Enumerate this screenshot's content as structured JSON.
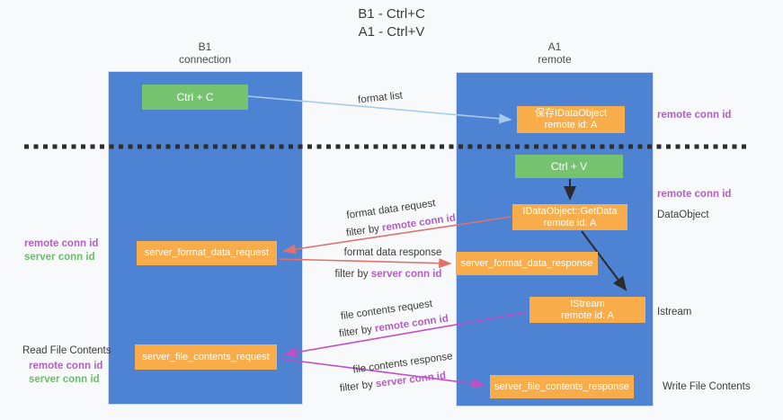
{
  "title": {
    "line1": "B1 - Ctrl+C",
    "line2": "A1 - Ctrl+V"
  },
  "lanes": {
    "left": {
      "name": "B1",
      "role": "connection"
    },
    "right": {
      "name": "A1",
      "role": "remote"
    }
  },
  "nodes": {
    "ctrl_c": {
      "label": "Ctrl + C"
    },
    "ctrl_v": {
      "label": "Ctrl + V"
    },
    "save_idataobject": {
      "line1": "保存IDataObject",
      "line2": "remote id: A"
    },
    "getdata": {
      "line1": "IDataObject::GetData",
      "line2": "remote id: A"
    },
    "istream": {
      "line1": "IStream",
      "line2": "remote id: A"
    },
    "server_format_data_request": {
      "label": "server_format_data_request"
    },
    "server_format_data_response": {
      "label": "server_format_data_response"
    },
    "server_file_contents_request": {
      "label": "server_file_contents_request"
    },
    "server_file_contents_response": {
      "label": "server_file_contents_response"
    }
  },
  "arrow_labels": {
    "format_list": "format list",
    "format_data_request": "format data request",
    "format_data_response": "format data response",
    "file_contents_request": "file contents request",
    "file_contents_response": "file contents response",
    "filter_by": "filter by",
    "remote_conn_id": "remote conn id",
    "server_conn_id": "server conn id"
  },
  "side_labels": {
    "remote_conn_id": "remote conn id",
    "server_conn_id": "server conn id",
    "dataobject": "DataObject",
    "istream": "Istream",
    "read_file_contents": "Read File Contents",
    "write_file_contents": "Write File Contents"
  },
  "colors": {
    "lane_blue": "#4e83d4",
    "node_orange": "#f8ad4a",
    "node_green": "#76c36f",
    "arrow_lightblue": "#a5cbec",
    "arrow_red": "#e0716e",
    "arrow_magenta": "#c44ec4",
    "arrow_black": "#2b2b2b",
    "text_purple": "#b35ec4",
    "text_green": "#67bf63",
    "background": "#f8f9fa"
  }
}
